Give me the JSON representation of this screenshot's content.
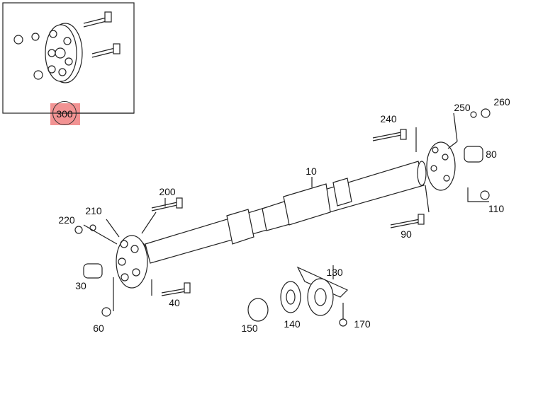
{
  "diagram": {
    "highlighted_part": "300",
    "highlight_color": "#f08080",
    "callouts": {
      "p300": "300",
      "p240": "240",
      "p250": "250",
      "p260": "260",
      "p80": "80",
      "p10": "10",
      "p110": "110",
      "p200": "200",
      "p210": "210",
      "p220": "220",
      "p90": "90",
      "p130": "130",
      "p30": "30",
      "p40": "40",
      "p170": "170",
      "p150": "150",
      "p140": "140",
      "p60": "60"
    }
  }
}
